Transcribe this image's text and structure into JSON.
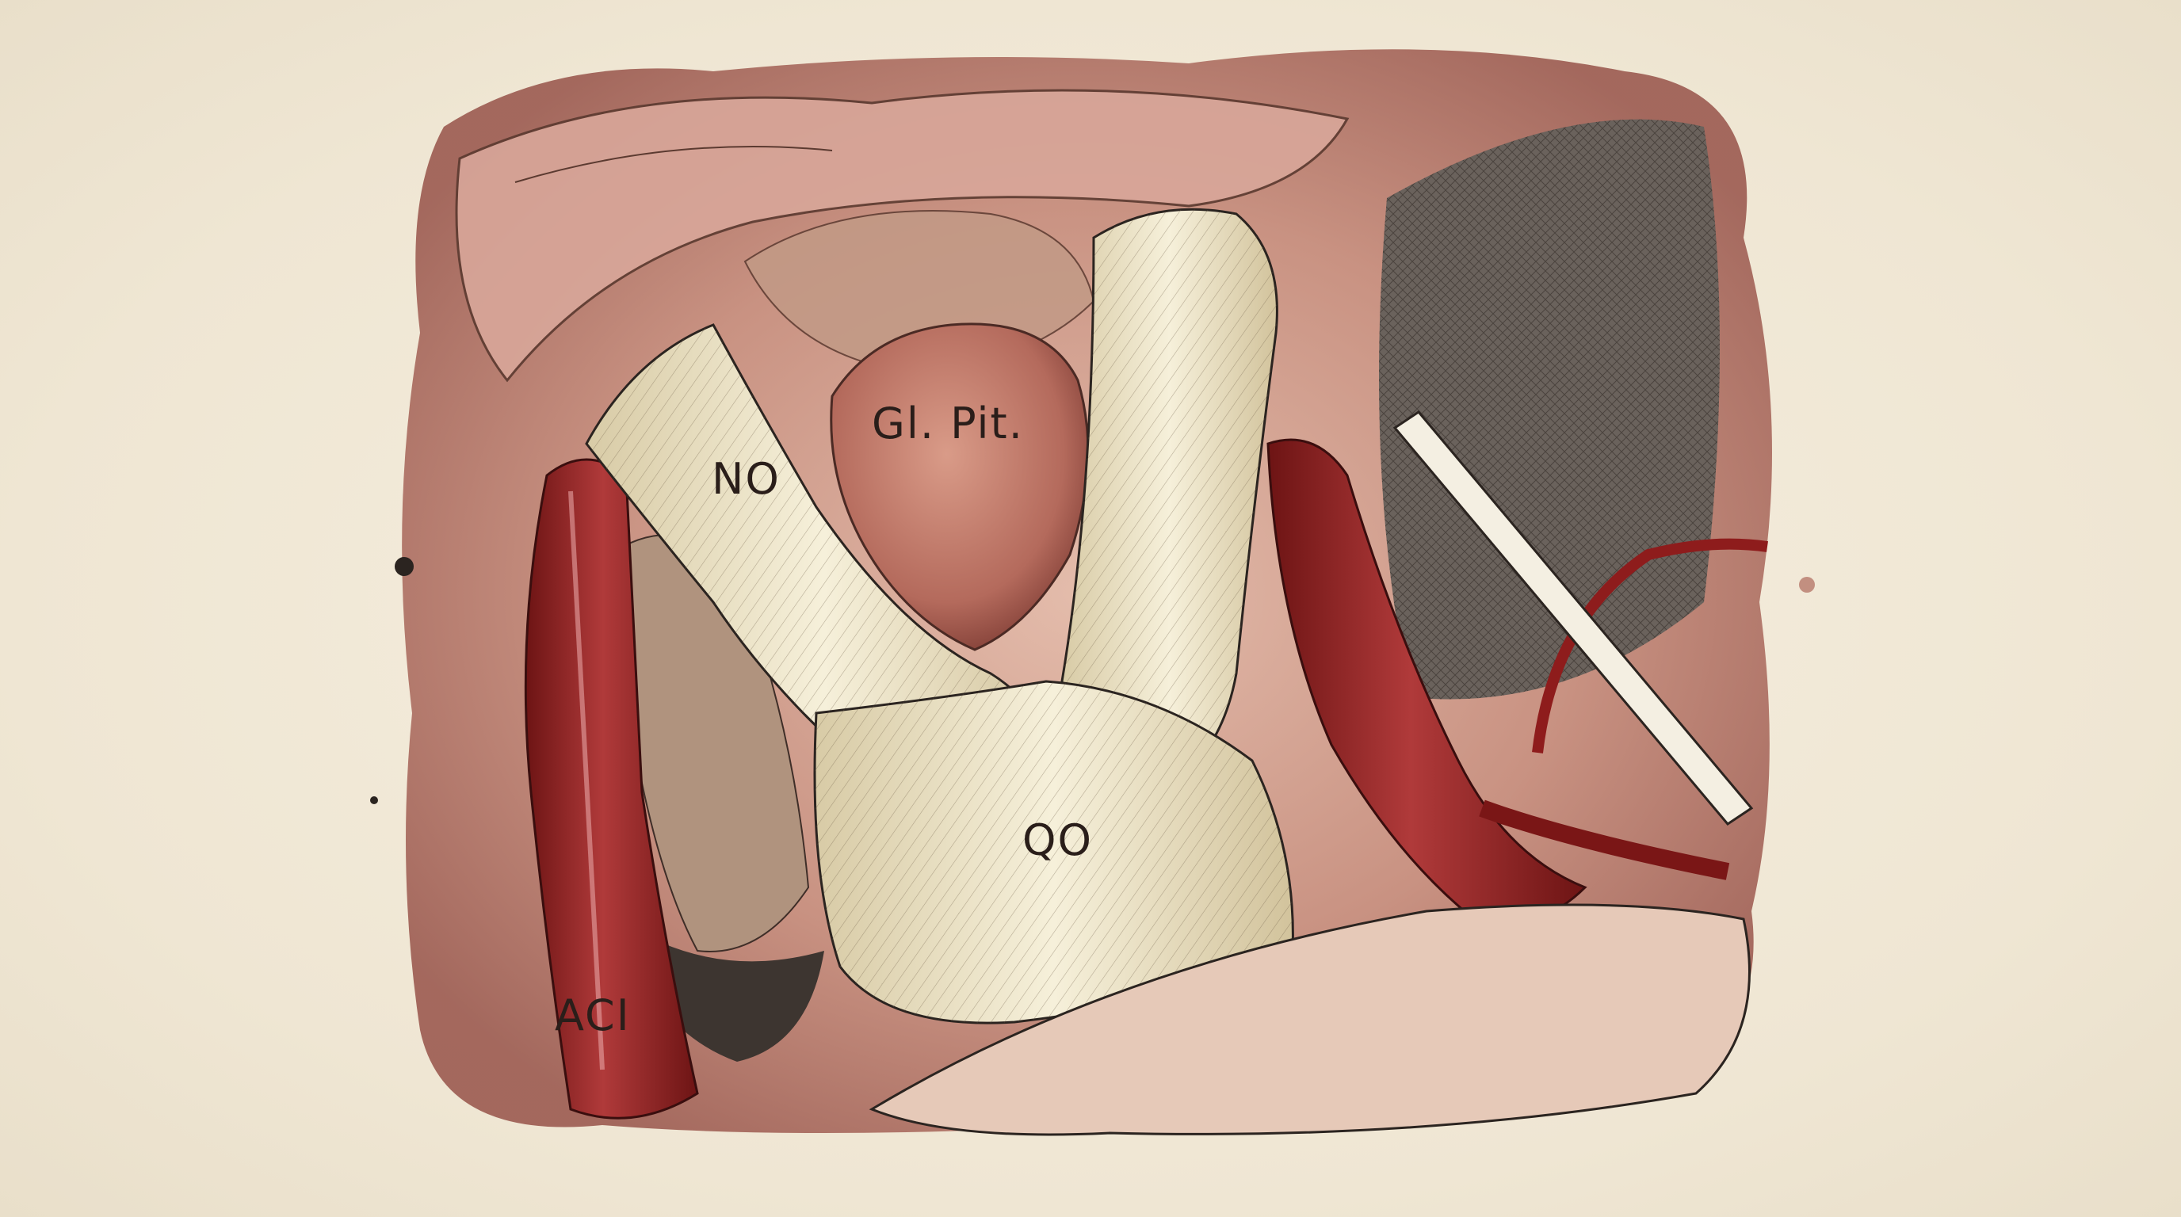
{
  "labels": {
    "optic_nerve": "NO",
    "pituitary_gland": "Gl. Pit.",
    "optic_chiasm": "QO",
    "internal_carotid_artery": "ACI"
  },
  "palette": {
    "paper": "#f3ecdc",
    "tissue_pink": "#c98a7c",
    "tissue_dark": "#8c4a42",
    "artery_red": "#8e1c1c",
    "nerve_cream": "#efe6c8",
    "shadow_gray": "#5a534e",
    "ink": "#2a1e1a"
  }
}
